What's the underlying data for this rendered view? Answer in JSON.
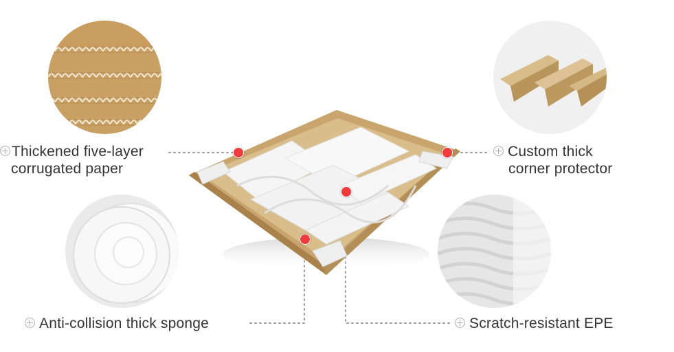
{
  "labels": {
    "paper": {
      "line1": "Thickened five-layer",
      "line2": "corrugated paper",
      "icon": "circle-plus-icon"
    },
    "corner": {
      "line1": "Custom thick",
      "line2": "corner protector",
      "icon": "circle-plus-icon"
    },
    "sponge": {
      "text": "Anti-collision thick sponge",
      "icon": "circle-plus-icon"
    },
    "epe": {
      "text": "Scratch-resistant EPE",
      "icon": "circle-plus-icon"
    }
  },
  "colors": {
    "marker": "#ef3b3b",
    "cardboard": "#c9a46c",
    "text": "#333333",
    "leader_line": "#9a9a9a"
  }
}
